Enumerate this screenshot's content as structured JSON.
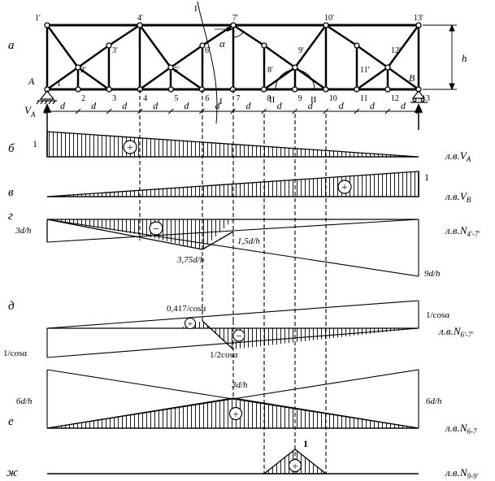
{
  "rows": {
    "a": "а",
    "b": "б",
    "v": "в",
    "g": "г",
    "d": "д",
    "e": "е",
    "zh": "ж"
  },
  "truss": {
    "top_nodes": [
      "1'",
      "4'",
      "7'",
      "10'",
      "13'"
    ],
    "mid_nodes": [
      "2'",
      "3'",
      "5'",
      "6'",
      "8'",
      "9'",
      "11'",
      "12'"
    ],
    "bottom_nodes": [
      "1",
      "2",
      "3",
      "4",
      "5",
      "6",
      "7",
      "8",
      "9",
      "10",
      "11",
      "12",
      "13"
    ],
    "support_A": "A",
    "support_B": "B",
    "panel": "d",
    "height": "h",
    "angle": "α",
    "section_I": "I",
    "section_II": "II",
    "reaction": "V",
    "reaction_sub": "A"
  },
  "influence_lines": {
    "VA": {
      "prefix": "л.в.",
      "sym": "V",
      "sub": "A",
      "value_left": "1",
      "sign": "+"
    },
    "VB": {
      "prefix": "л.в.",
      "sym": "V",
      "sub": "B",
      "value_right": "1",
      "sign": "+"
    },
    "N47": {
      "prefix": "л.в.",
      "sym": "N",
      "sub": "4'-7'",
      "left": "3d/h",
      "peak": "3,75d/h",
      "mid": "1,5d/h",
      "right": "9d/h",
      "sign": "−"
    },
    "N67p": {
      "prefix": "л.в.",
      "sym": "N",
      "sub": "6'-7'",
      "left": "1/cosα",
      "right": "1/cosα",
      "top": "0,417/cosα",
      "bottom": "1/2cosα",
      "sign_plus": "+",
      "sign_minus": "−"
    },
    "N67": {
      "prefix": "л.в.",
      "sym": "N",
      "sub": "6-7",
      "left": "6d/h",
      "right": "6d/h",
      "peak": "3d/h",
      "sign": "+"
    },
    "N99": {
      "prefix": "л.в.",
      "sym": "N",
      "sub": "9-9'",
      "peak": "1",
      "sign": "+"
    }
  }
}
